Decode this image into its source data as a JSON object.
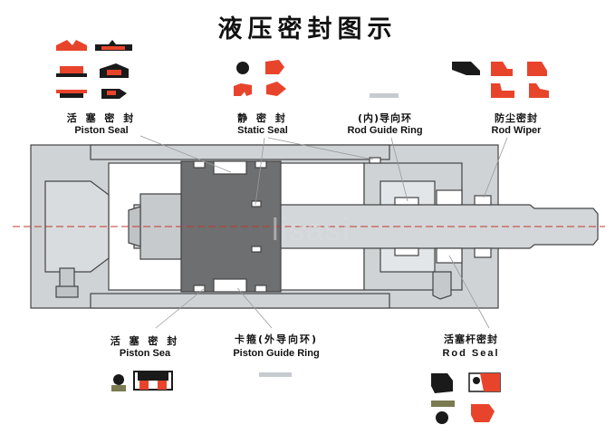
{
  "title": "液压密封图示",
  "watermark": "lisasi",
  "labels": {
    "piston_seal_top": {
      "cn": "活 塞 密 封",
      "en": "Piston Seal"
    },
    "static_seal": {
      "cn": "静 密 封",
      "en": "Static Seal"
    },
    "rod_guide_ring": {
      "cn": "(内)导向环",
      "en": "Rod Guide Ring"
    },
    "rod_wiper": {
      "cn": "防尘密封",
      "en": "Rod Wiper"
    },
    "piston_seal_bottom": {
      "cn": "活 塞 密 封",
      "en": "Piston Sea"
    },
    "piston_guide_ring": {
      "cn": "卡箍(外导向环)",
      "en": "Piston Guide Ring"
    },
    "rod_seal": {
      "cn": "活塞杆密封",
      "en": "Rod Seal"
    }
  },
  "colors": {
    "seal_red": "#e8442c",
    "seal_black": "#1a1a1a",
    "body_grey": "#cfd3d6",
    "body_dark": "#6e6f70",
    "outline": "#444444",
    "rod": "#d3d7da",
    "olive": "#7b7b52"
  }
}
